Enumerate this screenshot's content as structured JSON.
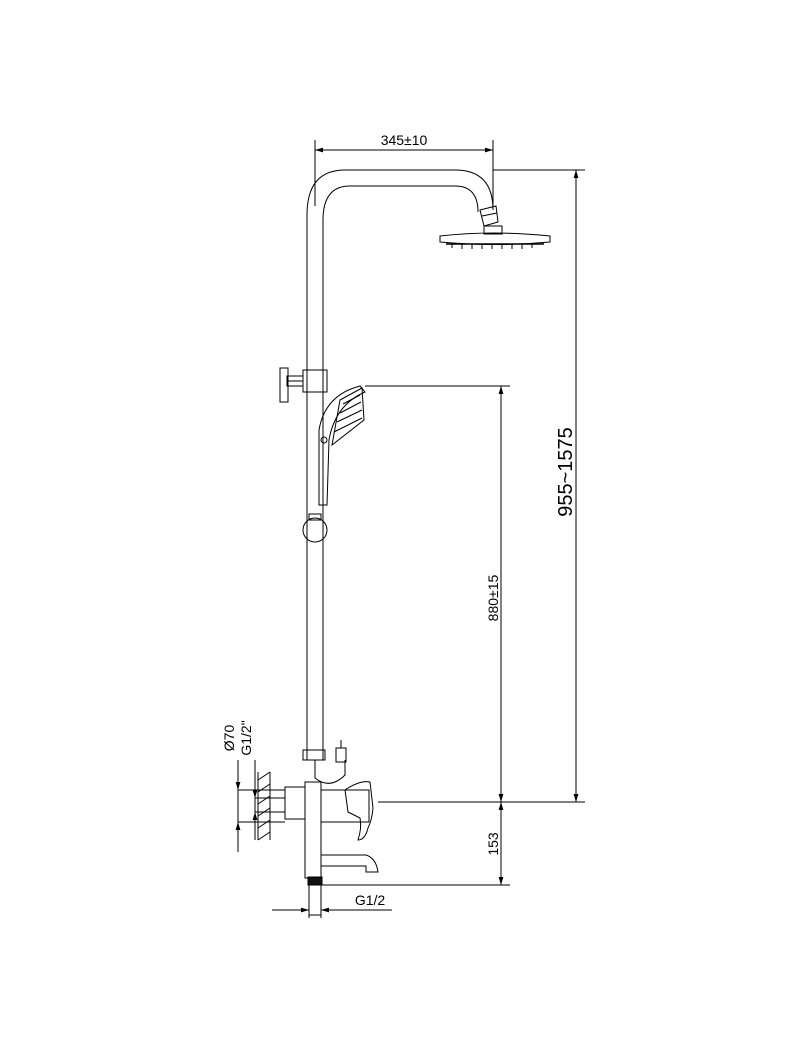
{
  "dimensions": {
    "head_offset": "345±10",
    "total_height": "955~1575",
    "hand_shower_height": "880±15",
    "spout_height": "153",
    "wall_diameter": "Ø70",
    "wall_thread": "G1/2\"",
    "bottom_thread": "G1/2"
  }
}
